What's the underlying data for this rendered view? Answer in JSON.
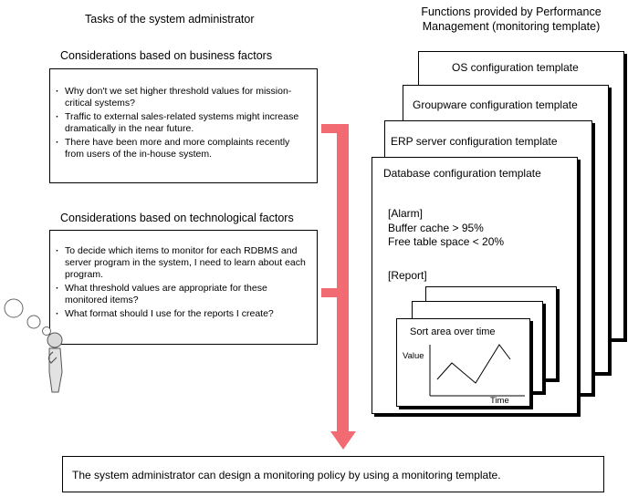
{
  "admin_header": "Tasks of the system administrator",
  "functions_header": "Functions provided by Performance Management (monitoring template)",
  "business": {
    "title": "Considerations based on business factors",
    "items": [
      "Why don't we set higher threshold values for mission-critical systems?",
      "Traffic to external sales-related systems might increase dramatically in the near future.",
      "There have been more and more complaints recently from users of the in-house system."
    ]
  },
  "technological": {
    "title": "Considerations based on technological factors",
    "items": [
      "To decide which items to monitor for each RDBMS and server program in the system, I need to learn about each program.",
      "What threshold values are appropriate for these monitored items?",
      "What format should I use for the reports I create?"
    ]
  },
  "templates": {
    "os": "OS configuration template",
    "groupware": "Groupware configuration template",
    "erp": "ERP server configuration template",
    "database": "Database configuration template"
  },
  "alarm": {
    "label": "[Alarm]",
    "lines": [
      "Buffer cache > 95%",
      "Free table space < 20%"
    ]
  },
  "report": {
    "label": "[Report]",
    "chart_title": "Sort area over time",
    "y_label": "Value",
    "x_label": "Time"
  },
  "conclusion": "The system administrator can design a monitoring policy by using a monitoring template.",
  "colors": {
    "arrow": "#f26a72",
    "line": "#000000"
  },
  "icons": {
    "person": "thinking-person-icon",
    "thought": "thought-bubble-icon"
  }
}
